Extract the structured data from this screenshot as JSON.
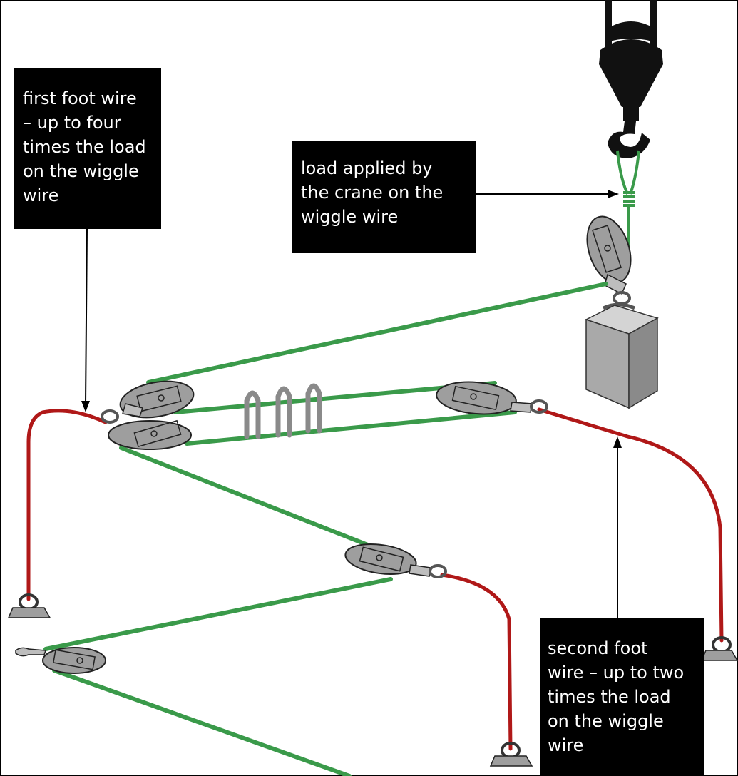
{
  "labels": {
    "first_foot_wire": "first foot wire\n– up to four\ntimes the load\non the wiggle\nwire",
    "crane_load": "load applied by\nthe crane on the\nwiggle wire",
    "second_foot_wire": "second foot\nwire – up to two\ntimes the load\non the wiggle\nwire"
  },
  "colors": {
    "wiggle_wire": "#3a9a4a",
    "foot_wire": "#b01818",
    "hardware": "#9e9e9e",
    "crane_hook": "#1a1a1a",
    "callout_bg": "#000000",
    "callout_text": "#ffffff"
  }
}
